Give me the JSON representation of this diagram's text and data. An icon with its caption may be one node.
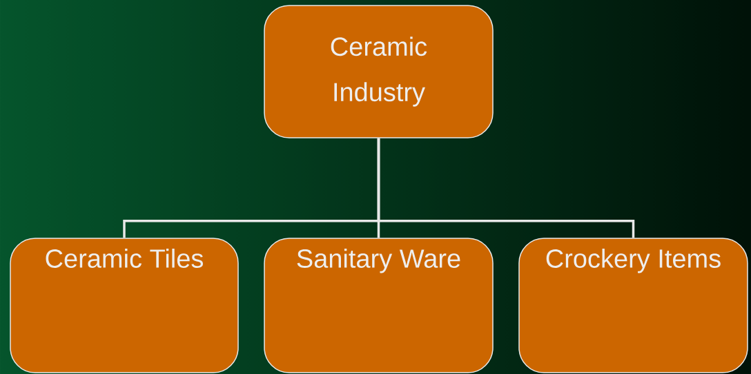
{
  "diagram": {
    "nodes": [
      {
        "text": [
          "Ceramic Industry"
        ]
      },
      {
        "text": [
          "Ceramic Tiles"
        ]
      },
      {
        "text": [
          "Sanitary Ware"
        ]
      },
      {
        "text": [
          "Crockery Items"
        ]
      }
    ],
    "edges": [
      {
        "from": 0,
        "to": 1,
        "arrow": "none"
      },
      {
        "from": 0,
        "to": 2,
        "arrow": "none"
      },
      {
        "from": 0,
        "to": 3,
        "arrow": "none"
      }
    ]
  }
}
